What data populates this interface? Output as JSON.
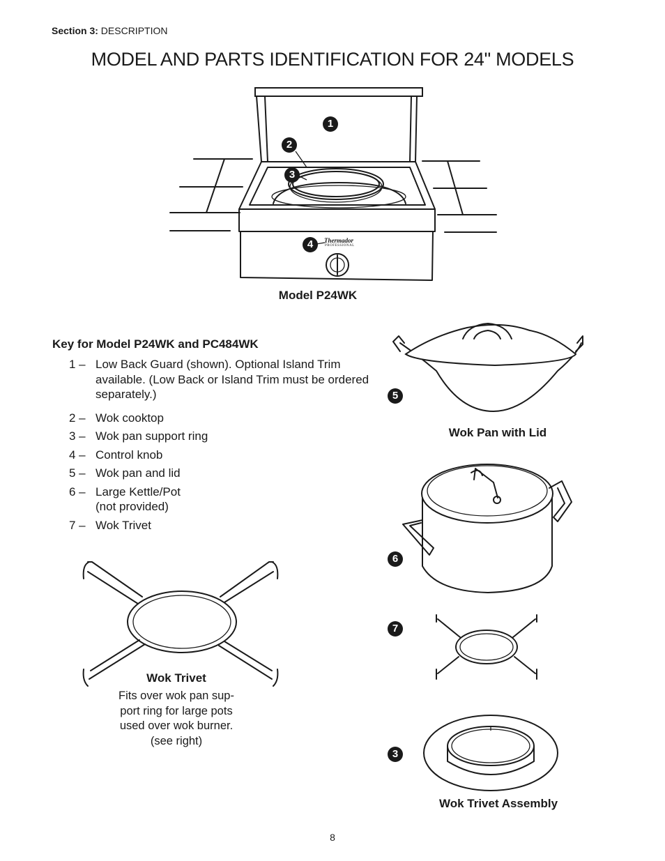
{
  "header": {
    "section_label": "Section 3:",
    "section_name": "DESCRIPTION"
  },
  "title": "MODEL AND PARTS IDENTIFICATION FOR 24\" MODELS",
  "main_figure": {
    "brand": "Thermador",
    "brand_sub": "PROFESSIONAL",
    "caption": "Model P24WK",
    "callouts": [
      "1",
      "2",
      "3",
      "4"
    ]
  },
  "key": {
    "title": "Key for Model P24WK and PC484WK",
    "items": [
      {
        "num": "1 –",
        "text": "Low Back Guard (shown). Optional Island Trim available. (Low Back or Island Trim must be ordered separately.)"
      },
      {
        "num": "2 –",
        "text": "Wok cooktop"
      },
      {
        "num": "3 –",
        "text": "Wok pan support ring"
      },
      {
        "num": "4 –",
        "text": "Control knob"
      },
      {
        "num": "5 –",
        "text": "Wok pan and lid"
      },
      {
        "num": "6 –",
        "text": "Large Kettle/Pot (not provided)"
      },
      {
        "num": "7 –",
        "text": "Wok Trivet"
      }
    ]
  },
  "wok_pan": {
    "badge": "5",
    "caption": "Wok Pan with Lid"
  },
  "pot": {
    "badge": "6"
  },
  "small_trivet": {
    "badge": "7"
  },
  "assembly": {
    "badge": "3",
    "caption": "Wok Trivet Assembly"
  },
  "trivet": {
    "title": "Wok Trivet",
    "lines": [
      "Fits over wok pan sup-",
      "port ring for large pots",
      "used over wok burner.",
      "(see right)"
    ]
  },
  "page_number": "8"
}
